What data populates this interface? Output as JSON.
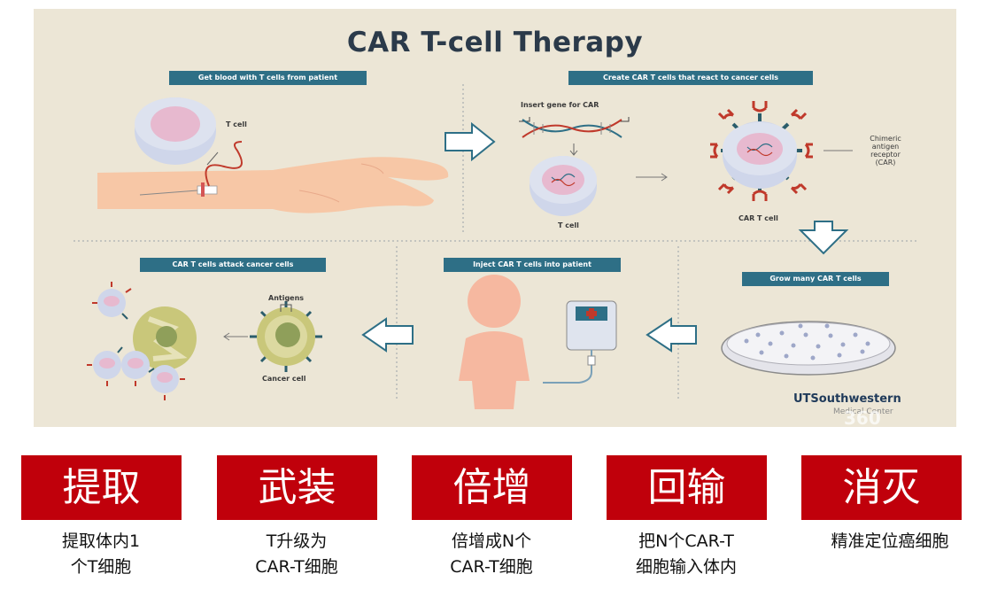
{
  "infographic": {
    "title": "CAR T-cell Therapy",
    "banners": {
      "get_blood": "Get blood with T cells from patient",
      "create_car": "Create CAR T cells that react to cancer cells",
      "attack": "CAR T cells attack cancer cells",
      "inject": "Inject CAR T cells into patient",
      "grow": "Grow many CAR T cells"
    },
    "labels": {
      "t_cell_1": "T cell",
      "insert_gene": "Insert gene for CAR",
      "t_cell_2": "T cell",
      "car_t_cell": "CAR T cell",
      "chimeric_1": "Chimeric",
      "chimeric_2": "antigen",
      "chimeric_3": "receptor",
      "chimeric_4": "(CAR)",
      "antigens": "Antigens",
      "cancer_cell": "Cancer cell"
    },
    "brand": "UTSouthwestern",
    "brand_sub": "Medical Center",
    "watermark": "360",
    "colors": {
      "background": "#ece6d6",
      "banner": "#2e6f86",
      "title": "#2b3a4a",
      "cell_blue": "#cfd6ea",
      "cell_pink": "#e7b9cf",
      "skin": "#f7c7a6",
      "receptor_red": "#c0392b",
      "receptor_teal": "#2b5d6b",
      "cancer_green": "#c9c77a",
      "arrow_teal": "#2e6f86"
    }
  },
  "steps": [
    {
      "label": "提取",
      "desc_1": "提取体内1",
      "desc_2": "个T细胞"
    },
    {
      "label": "武装",
      "desc_1": "T升级为",
      "desc_2": "CAR-T细胞"
    },
    {
      "label": "倍增",
      "desc_1": "倍增成N个",
      "desc_2": "CAR-T细胞"
    },
    {
      "label": "回输",
      "desc_1": "把N个CAR-T",
      "desc_2": "细胞输入体内"
    },
    {
      "label": "消灭",
      "desc_1": "精准定位癌细胞",
      "desc_2": ""
    }
  ],
  "step_color": "#c0000b"
}
